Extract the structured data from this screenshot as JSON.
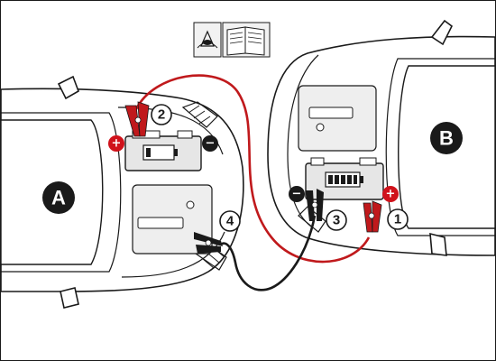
{
  "diagram": {
    "cars": [
      {
        "id": "A",
        "label": "A"
      },
      {
        "id": "B",
        "label": "B"
      }
    ],
    "steps": [
      {
        "number": "1"
      },
      {
        "number": "2"
      },
      {
        "number": "3"
      },
      {
        "number": "4"
      }
    ],
    "terminals": {
      "positive_symbol": "+",
      "negative_symbol": "−"
    },
    "header_icons": [
      "warning-eye-icon",
      "manual-book-icon"
    ],
    "colors": {
      "positive_cable": "#c0191c",
      "negative_cable": "#1a1a1a",
      "positive_badge": "#d0121b",
      "negative_badge": "#1a1a1a",
      "battery_charge": "#1a1a1a",
      "outline": "#1a1a1a"
    }
  }
}
